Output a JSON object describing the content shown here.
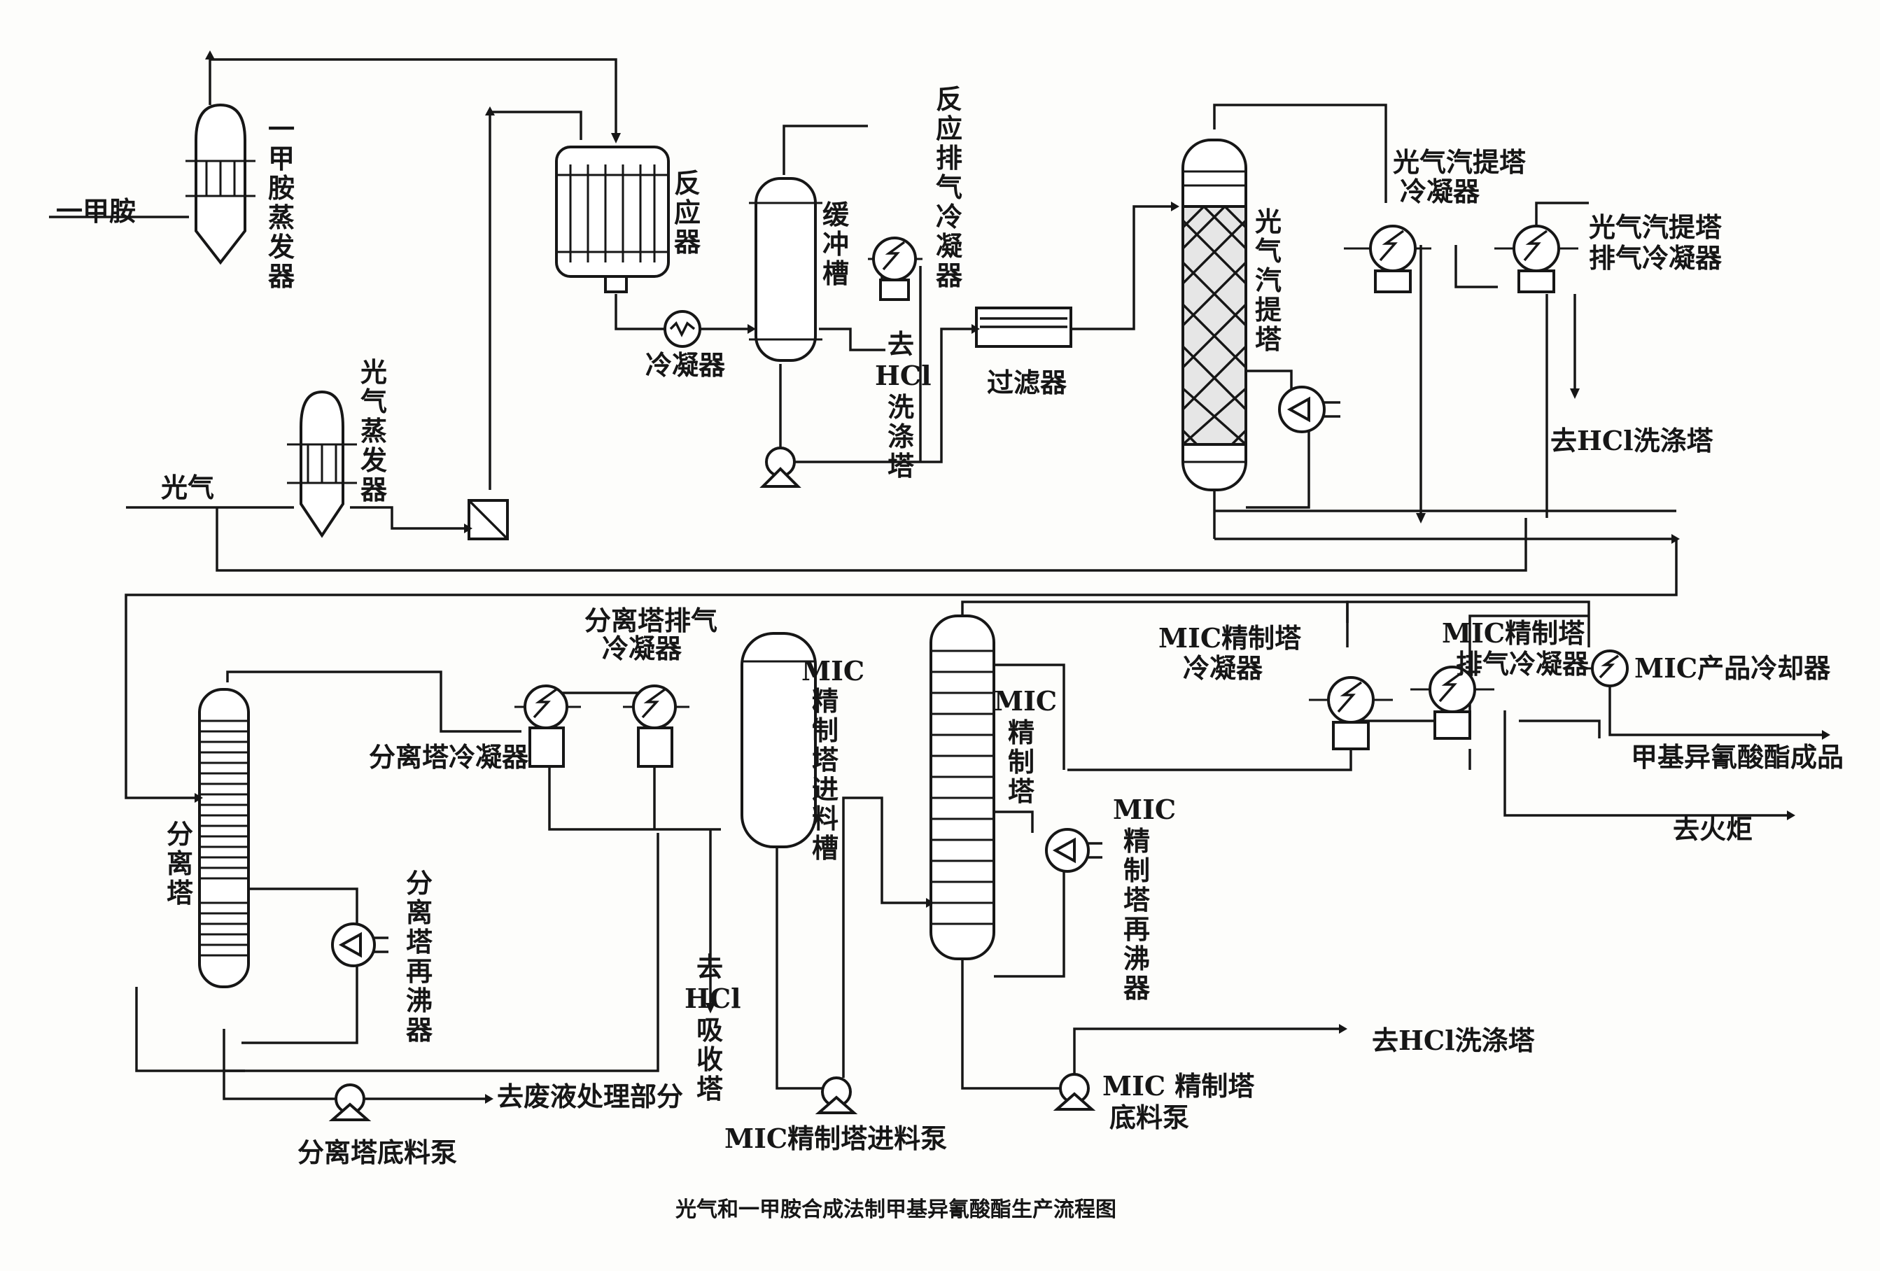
{
  "figure_title": "光气和一甲胺合成法制甲基异氰酸酯生产流程图",
  "labels": {
    "mma_evaporator": "一甲胺蒸发器",
    "mma_feed": "一甲胺",
    "reactor": "反应器",
    "buffer_tank": "缓冲槽",
    "reactor_vent_condenser": "反应排气冷凝器",
    "condenser": "冷凝器",
    "to_hcl_scrubber_1": "去HCl洗涤塔",
    "filter": "过滤器",
    "phosgene_stripper": "光气汽提塔",
    "stripper_condenser": "光气汽提塔冷凝器",
    "stripper_vent_condenser": "光气汽提塔排气冷凝器",
    "to_hcl_scrubber_2": "去HCl洗涤塔",
    "phosgene_evaporator": "光气蒸发器",
    "phosgene_feed": "光气",
    "separator_vent_condenser": "分离塔排气冷凝器",
    "separator_condenser": "分离塔冷凝器",
    "separator_column": "分离塔",
    "separator_reboiler": "分离塔再沸器",
    "to_waste_treatment": "去废液处理部分",
    "separator_bottoms_pump": "分离塔底料泵",
    "to_hcl_absorber": "去HCl吸收塔",
    "mic_feed_tank": "MIC精制塔进料槽",
    "mic_feed_pump": "MIC精制塔进料泵",
    "mic_column": "MIC精制塔",
    "mic_reboiler": "MIC精制塔再沸器",
    "mic_condenser": "MIC精制塔冷凝器",
    "mic_vent_condenser": "MIC精制塔排气冷凝器",
    "mic_product_cooler": "MIC产品冷却器",
    "mic_product": "甲基异氰酸酯成品",
    "to_flare": "去火炬",
    "to_hcl_scrubber_3": "去HCl洗涤塔",
    "mic_bottoms_pump": "MIC 精制塔底料泵"
  }
}
